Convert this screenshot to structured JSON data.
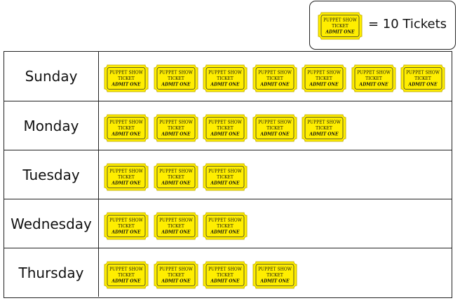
{
  "key": {
    "equals_text": "= 10 Tickets",
    "ticket_value": 10
  },
  "ticket_label": {
    "line1": "PUPPET SHOW",
    "line2": "TICKET",
    "line3": "ADMIT ONE"
  },
  "colors": {
    "ticket_fill": "#ffee00",
    "ticket_border": "#c8b400"
  },
  "chart_data": {
    "type": "pictograph",
    "categories": [
      "Sunday",
      "Monday",
      "Tuesday",
      "Wednesday",
      "Thursday"
    ],
    "icon_counts": [
      7,
      5,
      3,
      3,
      4
    ],
    "values": [
      70,
      50,
      30,
      30,
      40
    ],
    "unit": "Tickets"
  }
}
